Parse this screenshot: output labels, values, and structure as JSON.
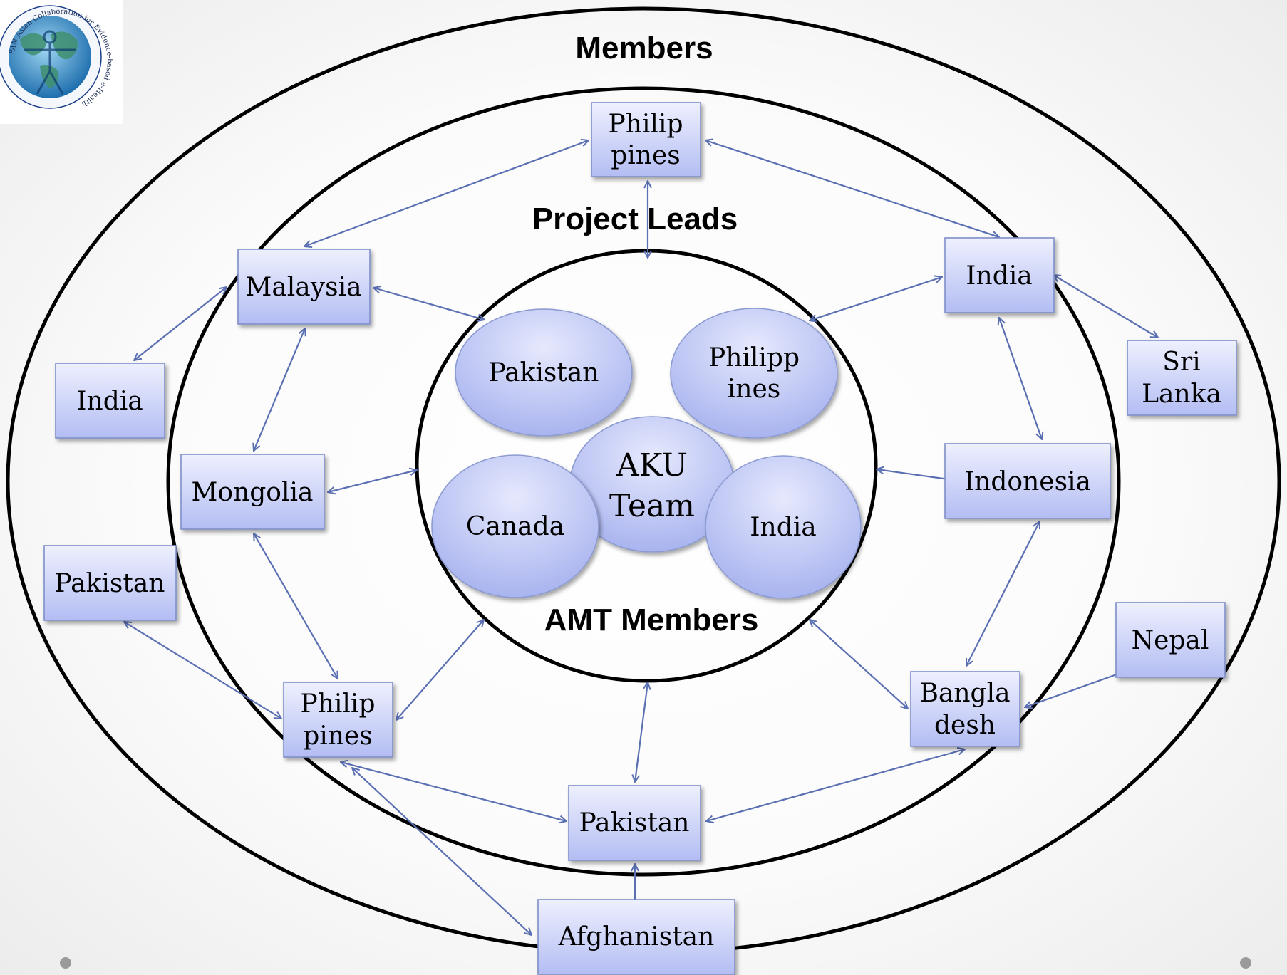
{
  "rings": {
    "outer_label": "Members",
    "middle_label": "Project Leads",
    "inner_label": "AMT Members"
  },
  "amt_members": {
    "pakistan": "Pakistan",
    "philippines": [
      "Philipp",
      "ines"
    ],
    "aku_team": [
      "AKU",
      "Team"
    ],
    "canada": "Canada",
    "india": "India"
  },
  "project_leads": {
    "philippines_top": [
      "Philip",
      "pines"
    ],
    "malaysia": "Malaysia",
    "india": "India",
    "mongolia": "Mongolia",
    "indonesia": "Indonesia",
    "philippines_bottom": [
      "Philip",
      "pines"
    ],
    "bangladesh": [
      "Bangla",
      "desh"
    ],
    "pakistan": "Pakistan"
  },
  "members": {
    "india": "India",
    "sri_lanka": [
      "Sri",
      "Lanka"
    ],
    "pakistan": "Pakistan",
    "nepal": "Nepal",
    "afghanistan": "Afghanistan"
  },
  "logo": {
    "name": "globe-logo",
    "ring_text": "PAN Asian Collaboration for Evidence-based e-Health",
    "colors": {
      "ocean": "#2e8fc4",
      "land": "#3f8f6e",
      "ring": "#1a3f8a"
    }
  },
  "colors": {
    "connector": "#5b6fb3",
    "node_fill_light": "#eef0fe",
    "node_fill_dark": "#b3bdf3",
    "ring_stroke": "#000000"
  }
}
